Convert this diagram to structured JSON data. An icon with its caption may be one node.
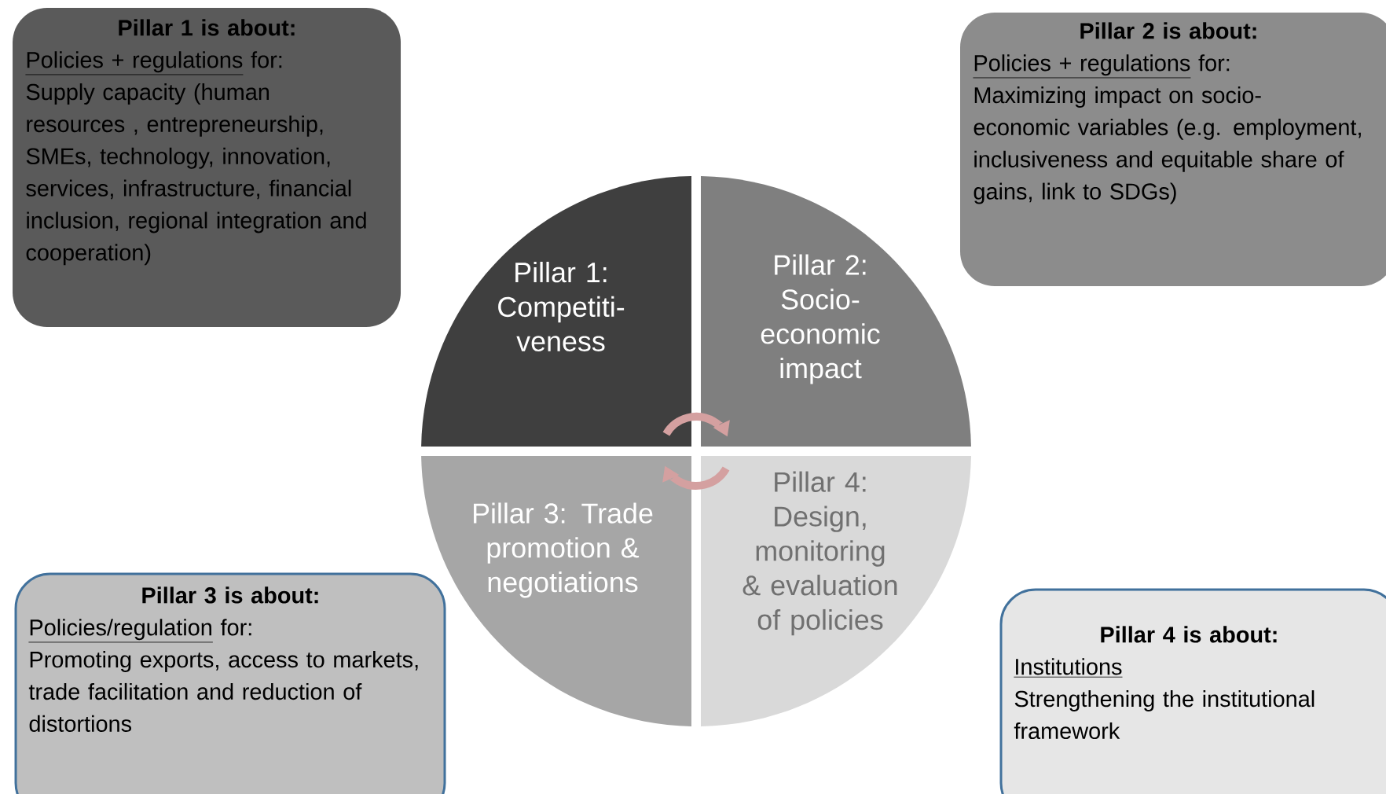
{
  "diagram": {
    "nodes": [
      {
        "text": [
          "Pillar 1 is about:",
          "Policies + regulations",
          "for:",
          "Supply capacity (human resources , entrepreneurship, SMEs, technology, innovation, services, infrastructure, financial inclusion, regional integration and cooperation)"
        ]
      },
      {
        "text": [
          "Pillar 2 is about:",
          "Policies + regulations",
          "for:",
          "Maximizing impact on socio-economic variables (e.g. employment, inclusiveness and equitable share of gains, link to SDGs)"
        ]
      },
      {
        "text": [
          "Pillar 1: Competiti-veness"
        ]
      },
      {
        "text": [
          "Pillar 2: Socio-economic impact"
        ]
      },
      {
        "text": [
          "Pillar 3: Trade promotion & negotiations"
        ]
      },
      {
        "text": [
          "Pillar 4: Design, monitoring & evaluation of policies"
        ]
      },
      {
        "text": [
          "Pillar 3 is about:",
          "Policies/regulation",
          "for:",
          "Promoting exports, access to markets, trade facilitation and reduction of distortions"
        ]
      },
      {
        "text": [
          "Pillar 4 is about:",
          "Institutions",
          "Strengthening the institutional framework"
        ]
      }
    ],
    "edges": [
      {
        "from": 2,
        "to": 3,
        "arrow": "to"
      },
      {
        "from": 5,
        "to": 4,
        "arrow": "to"
      }
    ]
  }
}
